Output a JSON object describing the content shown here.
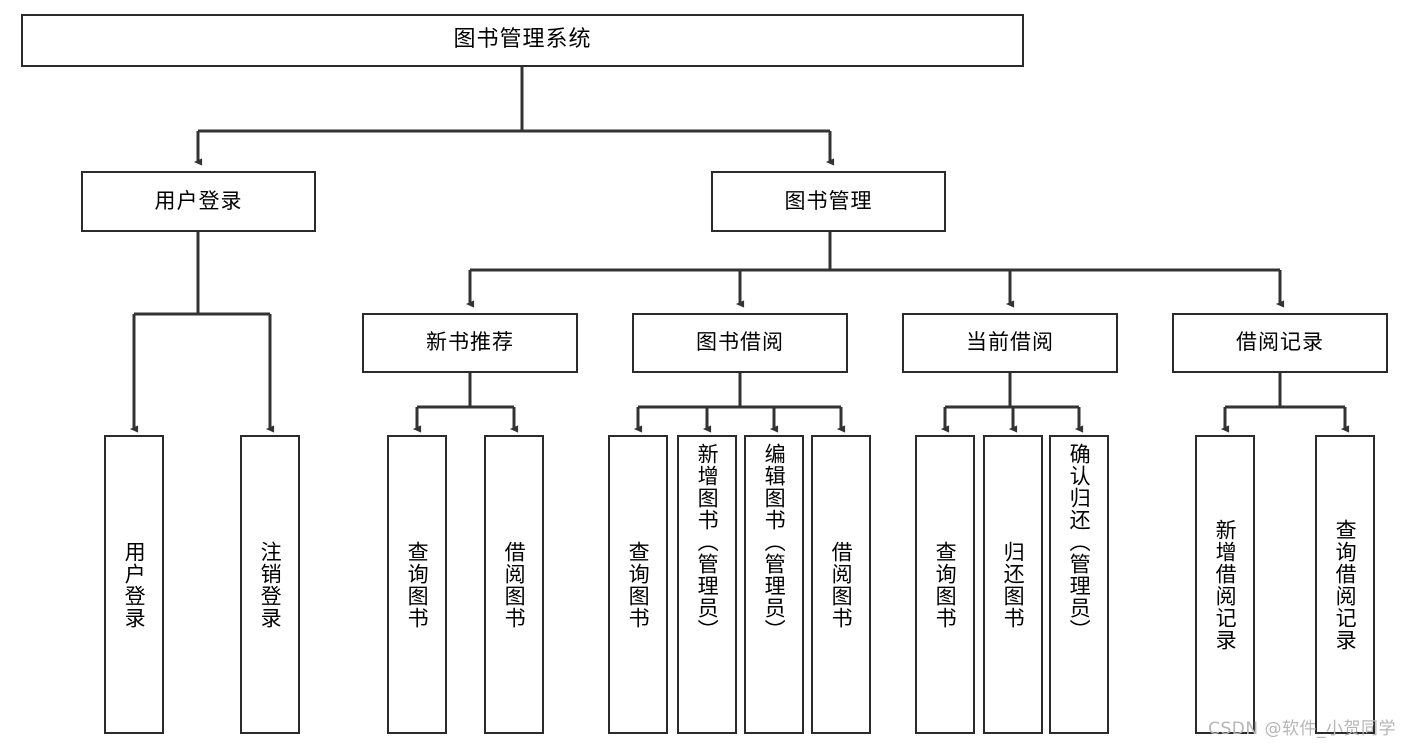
{
  "diagram": {
    "title": "图书管理系统",
    "type": "tree",
    "orientation": "top-down",
    "colors": {
      "box_border": "#2b2b2b",
      "box_fill": "#ffffff",
      "connector": "#333333",
      "text": "#000000",
      "watermark": "#b6b6b6",
      "background": "#ffffff"
    },
    "watermark": "CSDN @软件_小贺同学",
    "root": {
      "label": "图书管理系统"
    },
    "level1": [
      {
        "label": "用户登录"
      },
      {
        "label": "图书管理"
      }
    ],
    "level2": [
      {
        "label": "新书推荐"
      },
      {
        "label": "图书借阅"
      },
      {
        "label": "当前借阅"
      },
      {
        "label": "借阅记录"
      }
    ],
    "leaves": {
      "user_login": [
        {
          "label": "用户登录"
        },
        {
          "label": "注销登录"
        }
      ],
      "new_book_recommend": [
        {
          "label": "查询图书"
        },
        {
          "label": "借阅图书"
        }
      ],
      "book_borrow": [
        {
          "label": "查询图书"
        },
        {
          "label": "新增图书（管理员）"
        },
        {
          "label": "编辑图书（管理员）"
        },
        {
          "label": "借阅图书"
        }
      ],
      "current_borrow": [
        {
          "label": "查询图书"
        },
        {
          "label": "归还图书"
        },
        {
          "label": "确认归还（管理员）"
        }
      ],
      "borrow_record": [
        {
          "label": "新增借阅记录"
        },
        {
          "label": "查询借阅记录"
        }
      ]
    }
  }
}
